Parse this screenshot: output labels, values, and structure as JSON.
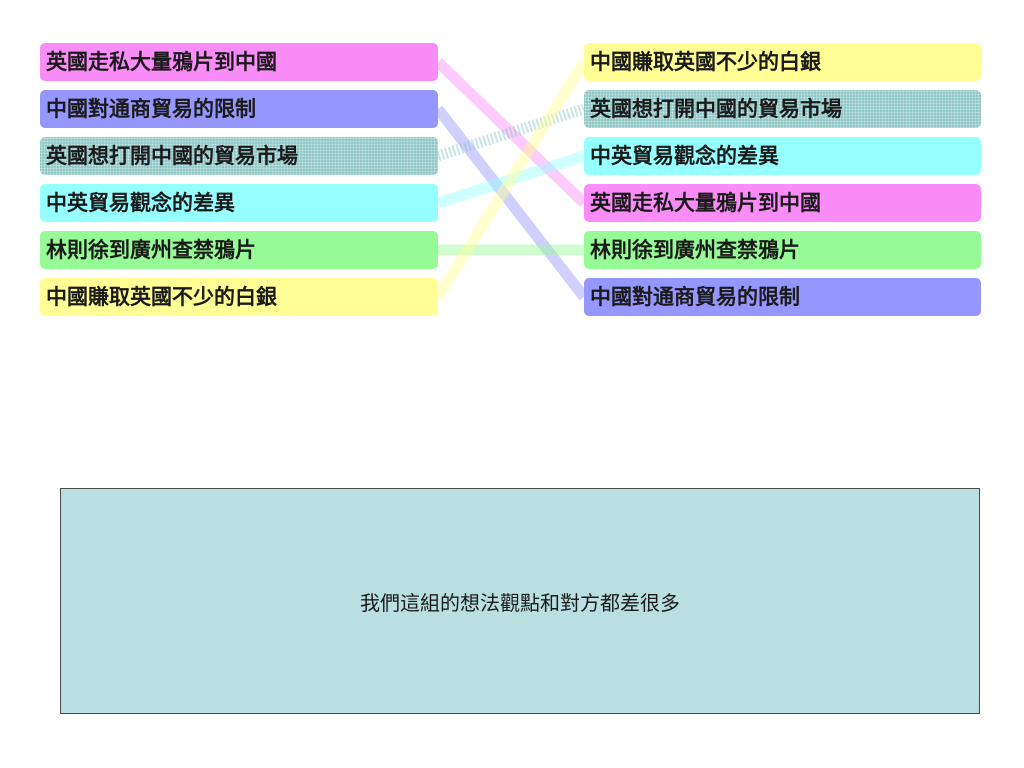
{
  "colors": {
    "pink": "#fa8cf8",
    "blue": "#9696ff",
    "teal_dotted": "#87c3c3",
    "cyan": "#96ffff",
    "green": "#96fa96",
    "yellow": "#ffff96",
    "note_bg": "#b9dfe1"
  },
  "left_items": [
    {
      "label": "英國走私大量鴉片到中國",
      "color": "pink"
    },
    {
      "label": "中國對通商貿易的限制",
      "color": "blue"
    },
    {
      "label": "英國想打開中國的貿易市場",
      "color": "teal_dotted"
    },
    {
      "label": "中英貿易觀念的差異",
      "color": "cyan"
    },
    {
      "label": "林則徐到廣州查禁鴉片",
      "color": "green"
    },
    {
      "label": "中國賺取英國不少的白銀",
      "color": "yellow"
    }
  ],
  "right_items": [
    {
      "label": "中國賺取英國不少的白銀",
      "color": "yellow"
    },
    {
      "label": "英國想打開中國的貿易市場",
      "color": "teal_dotted"
    },
    {
      "label": "中英貿易觀念的差異",
      "color": "cyan"
    },
    {
      "label": "英國走私大量鴉片到中國",
      "color": "pink"
    },
    {
      "label": "林則徐到廣州查禁鴉片",
      "color": "green"
    },
    {
      "label": "中國對通商貿易的限制",
      "color": "blue"
    }
  ],
  "connections": [
    {
      "from": 0,
      "to": 3,
      "color": "pink"
    },
    {
      "from": 1,
      "to": 5,
      "color": "blue"
    },
    {
      "from": 2,
      "to": 1,
      "color": "teal_dotted"
    },
    {
      "from": 3,
      "to": 2,
      "color": "cyan"
    },
    {
      "from": 4,
      "to": 4,
      "color": "green"
    },
    {
      "from": 5,
      "to": 0,
      "color": "yellow"
    }
  ],
  "note": {
    "text": "我們這組的想法觀點和對方都差很多"
  }
}
